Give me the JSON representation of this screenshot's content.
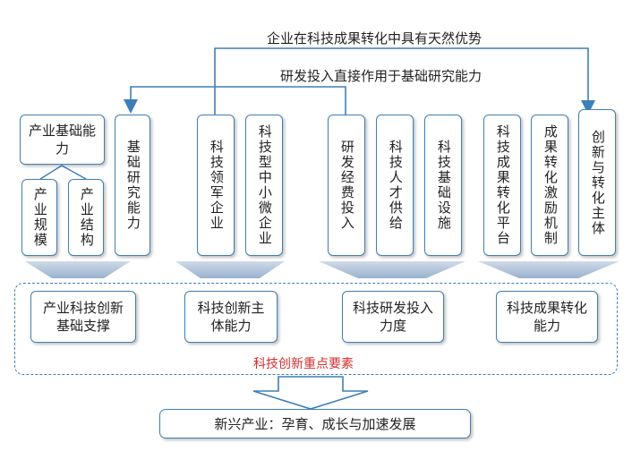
{
  "top_label_1": "企业在科技成果转化中具有天然优势",
  "top_label_2": "研发投入直接作用于基础研究能力",
  "group1": {
    "head": "产业基础能力",
    "sub1": "产业规模",
    "sub2": "产业结构",
    "col": "基础研究能力"
  },
  "group2": {
    "col1": "科技领军企业",
    "col2": "科技型中小微企业"
  },
  "group3": {
    "col1": "研发经费投入",
    "col2": "科技人才供给",
    "col3": "科技基础设施"
  },
  "group4": {
    "col1": "科技成果转化平台",
    "col2": "成果转化激励机制",
    "col3": "创新与转化主体"
  },
  "mid_boxes": [
    "产业科技创新基础支撑",
    "科技创新主体能力",
    "科技研发投入力度",
    "科技成果转化能力"
  ],
  "red_label": "科技创新重点要素",
  "bottom_label": "新兴产业：孕育、成长与加速发展",
  "colors": {
    "border": "#3f7fb6",
    "red": "#d2302e"
  }
}
